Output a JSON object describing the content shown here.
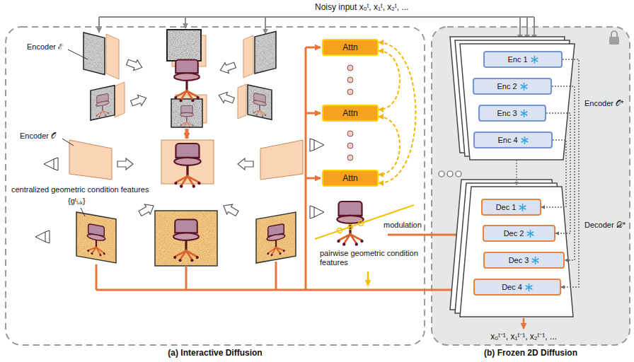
{
  "diagram": {
    "nodes": [
      {
        "text": [
          "(a) Interactive Diffusion"
        ]
      },
      {
        "text": [
          "Attn"
        ],
        "in": 0
      },
      {
        "text": [
          "Attn"
        ],
        "in": 0
      },
      {
        "text": [
          "Attn"
        ],
        "in": 0
      },
      {
        "text": [
          "(b) Frozen 2D Diffusion"
        ]
      },
      {
        "text": [
          "Enc 1"
        ],
        "in": 4
      },
      {
        "text": [
          "Enc 2"
        ],
        "in": 4
      },
      {
        "text": [
          "Enc 3"
        ],
        "in": 4
      },
      {
        "text": [
          "Enc 4"
        ],
        "in": 4
      },
      {
        "text": [
          "Dec 1"
        ],
        "in": 4
      },
      {
        "text": [
          "Dec 2"
        ],
        "in": 4
      },
      {
        "text": [
          "Dec 3"
        ],
        "in": 4
      },
      {
        "text": [
          "Dec 4"
        ],
        "in": 4
      }
    ],
    "edges": [
      {
        "from": 1,
        "to": 2,
        "arrow": "both"
      },
      {
        "from": 2,
        "to": 3,
        "arrow": "both"
      },
      {
        "from": 1,
        "to": 3,
        "arrow": "both"
      },
      {
        "from": 5,
        "to": 12,
        "arrow": "to"
      },
      {
        "from": 6,
        "to": 11,
        "arrow": "to"
      },
      {
        "from": 7,
        "to": 10,
        "arrow": "to"
      },
      {
        "from": 8,
        "to": 9,
        "arrow": "to"
      }
    ],
    "labels": [
      "Noisy input x₀ᵗ, x₁ᵗ, x₂ᵗ, ...",
      "Encoder ℰ",
      "Encoder 𝒪",
      "centralized geometric condition features",
      "{gᵗᵢ,ₖ}",
      "pairwise geometric condition features",
      "modulation",
      "Encoder 𝒪*",
      "Decoder 𝒟*",
      "x₀ᵗ⁻¹, x₁ᵗ⁻¹, x₂ᵗ⁻¹, ..."
    ]
  }
}
